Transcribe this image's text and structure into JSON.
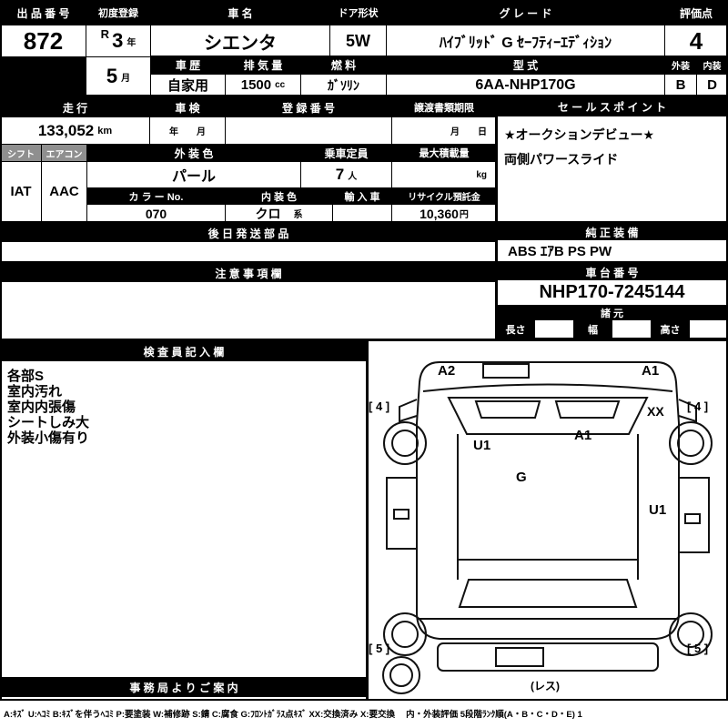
{
  "colors": {
    "header_bg": "#000000",
    "header_text": "#ffffff",
    "subheader_bg": "#8f8f8f"
  },
  "top": {
    "lot": {
      "label": "出 品 番 号",
      "value": "872"
    },
    "first_reg": {
      "label": "初度登録",
      "era": "R",
      "year": "3",
      "year_unit": "年",
      "month": "5",
      "month_unit": "月"
    },
    "car_name": {
      "label": "車  名",
      "value": "シエンタ"
    },
    "door": {
      "label": "ドア形状",
      "value": "5W"
    },
    "grade": {
      "label": "グ  レ  ー  ド",
      "value": "ﾊｲﾌﾞﾘｯﾄﾞ G ｾｰﾌﾃｨｰｴﾃﾞｨｼｮﾝ"
    },
    "score": {
      "label": "評価点",
      "value": "4"
    },
    "history": {
      "label": "車 歴",
      "value": "自家用"
    },
    "displacement": {
      "label": "排 気 量",
      "value": "1500",
      "unit": "cc"
    },
    "fuel": {
      "label": "燃 料",
      "value": "ｶﾞｿﾘﾝ"
    },
    "model": {
      "label": "型 式",
      "value": "6AA-NHP170G"
    },
    "exterior": {
      "label": "外装",
      "value": "B"
    },
    "interior": {
      "label": "内装",
      "value": "D"
    }
  },
  "second": {
    "mileage": {
      "label": "走  行",
      "value": "133,052",
      "unit": "km"
    },
    "inspection": {
      "label": "車 検",
      "value": "年　　月"
    },
    "registration": {
      "label": "登 録 番 号",
      "value": ""
    },
    "transfer": {
      "label": "譲渡書類期限",
      "value": "月　　日"
    },
    "sales": {
      "label": "セ ー ル ス ポ イ ン ト",
      "lines": [
        "★オークションデビュー★",
        "両側パワースライド"
      ]
    }
  },
  "third": {
    "shift": {
      "label": "シフト",
      "value": "IAT"
    },
    "aircon": {
      "label": "エアコン",
      "value": "AAC"
    },
    "ext_color": {
      "label": "外  装  色",
      "value": "パール"
    },
    "capacity": {
      "label": "乗車定員",
      "value": "7",
      "unit": "人"
    },
    "payload": {
      "label": "最大積載量",
      "unit": "kg"
    },
    "color_no": {
      "label": "カ ラ ー No.",
      "value": "070"
    },
    "int_color": {
      "label": "内 装 色",
      "value": "クロ",
      "suffix": "系"
    },
    "import_car": {
      "label": "輸 入 車",
      "value": ""
    },
    "recycle": {
      "label": "リサイクル預託金",
      "value": "10,360",
      "unit": "円"
    }
  },
  "fourth": {
    "later_parts": {
      "label": "後 日 発 送 部 品"
    },
    "equipment": {
      "label": "純 正 装 備",
      "value": "ABS ｴｱB PS PW"
    }
  },
  "fifth": {
    "notes": {
      "label": "注 意 事 項 欄"
    },
    "chassis": {
      "label": "車 台 番 号",
      "value": "NHP170-7245144"
    },
    "spec": {
      "label": "諸  元",
      "length_label": "長さ",
      "width_label": "幅",
      "height_label": "高さ"
    }
  },
  "inspector": {
    "label": "検 査 員 記 入 欄",
    "notes": [
      "各部S",
      "室内汚れ",
      "室内内張傷",
      "シートしみ大",
      "外装小傷有り"
    ]
  },
  "office": {
    "label": "事 務 局 よ り ご 案 内"
  },
  "diagram": {
    "annotations": [
      {
        "label": "A2"
      },
      {
        "label": "A1"
      },
      {
        "label": "[ 4 ]"
      },
      {
        "label": "XX"
      },
      {
        "label": "[ 4 ]"
      },
      {
        "label": "U1"
      },
      {
        "label": "A1"
      },
      {
        "label": "G"
      },
      {
        "label": "U1"
      },
      {
        "label": "[ 5 ]"
      },
      {
        "label": "[ 5 ]"
      },
      {
        "label": "(レス)"
      }
    ]
  },
  "footer": {
    "legend": "A:ｷｽﾞ U:ﾍｺﾐ B:ｷｽﾞを伴うﾍｺﾐ P:要塗装 W:補修跡 S:錆 C:腐食 G:ﾌﾛﾝﾄｶﾞﾗｽ点ｷｽﾞ XX:交換済み X:要交換　 内・外装評価 5段階ﾗﾝｸ順(A・B・C・D・E) 1"
  }
}
